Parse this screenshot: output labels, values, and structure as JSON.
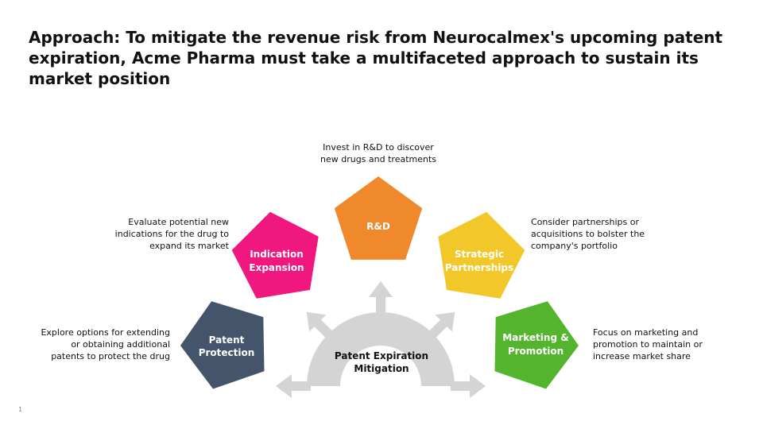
{
  "title": "Approach: To mitigate the revenue risk from Neurocalmex's upcoming patent expiration, Acme Pharma must take a multifaceted approach to sustain its market position",
  "center": {
    "line1": "Patent Expiration",
    "line2": "Mitigation",
    "color": "#d4d4d4"
  },
  "pillars": [
    {
      "label_line1": "Patent",
      "label_line2": "Protection",
      "color": "#44546a",
      "desc": [
        "Explore options for extending",
        "or obtaining additional",
        "patents to protect the drug"
      ]
    },
    {
      "label_line1": "Indication",
      "label_line2": "Expansion",
      "color": "#f0177e",
      "desc": [
        "Evaluate potential new",
        "indications for the drug to",
        "expand its market"
      ]
    },
    {
      "label_line1": "R&D",
      "label_line2": "",
      "color": "#f0882c",
      "desc": [
        "Invest in R&D to discover",
        "new drugs and treatments"
      ]
    },
    {
      "label_line1": "Strategic",
      "label_line2": "Partnerships",
      "color": "#f2c72a",
      "desc": [
        "Consider partnerships or",
        "acquisitions to bolster the",
        "company's portfolio"
      ]
    },
    {
      "label_line1": "Marketing &",
      "label_line2": "Promotion",
      "color": "#55b42e",
      "desc": [
        "Focus on marketing and",
        "promotion to maintain or",
        "increase market share"
      ]
    }
  ],
  "slide_number": "1"
}
